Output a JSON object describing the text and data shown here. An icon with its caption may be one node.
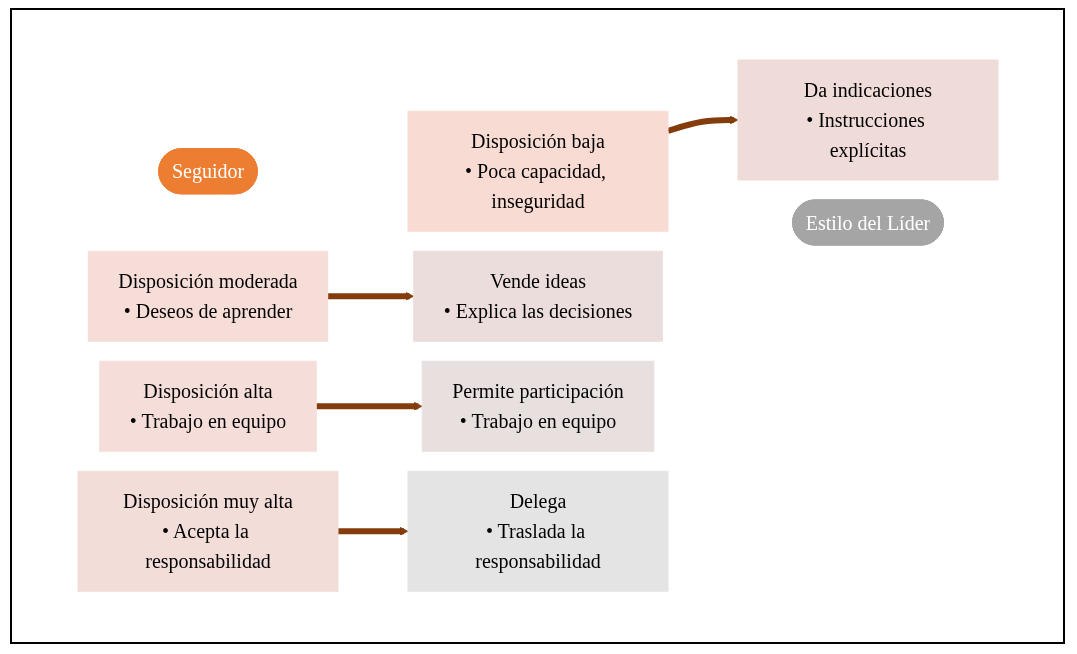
{
  "diagram": {
    "nodes": [
      {
        "text": [
          "Seguidor"
        ]
      },
      {
        "text": [
          "Estilo del Líder"
        ]
      },
      {
        "text": [
          "Disposición baja",
          "• Poca capacidad, inseguridad"
        ]
      },
      {
        "text": [
          "Da indicaciones",
          "• Instrucciones explícitas"
        ]
      },
      {
        "text": [
          "Disposición moderada",
          "• Deseos de aprender"
        ]
      },
      {
        "text": [
          "Vende ideas",
          "• Explica las decisiones"
        ]
      },
      {
        "text": [
          "Disposición alta",
          "• Trabajo en equipo"
        ]
      },
      {
        "text": [
          "Permite participación",
          "• Trabajo en equipo"
        ]
      },
      {
        "text": [
          "Disposición muy alta",
          "• Acepta la responsabilidad"
        ]
      },
      {
        "text": [
          "Delega",
          "• Traslada la responsabilidad"
        ]
      }
    ],
    "edges": [
      {
        "from": 2,
        "to": 3,
        "arrow": "to"
      },
      {
        "from": 4,
        "to": 5,
        "arrow": "to"
      },
      {
        "from": 6,
        "to": 7,
        "arrow": "to"
      },
      {
        "from": 8,
        "to": 9,
        "arrow": "to"
      }
    ]
  }
}
